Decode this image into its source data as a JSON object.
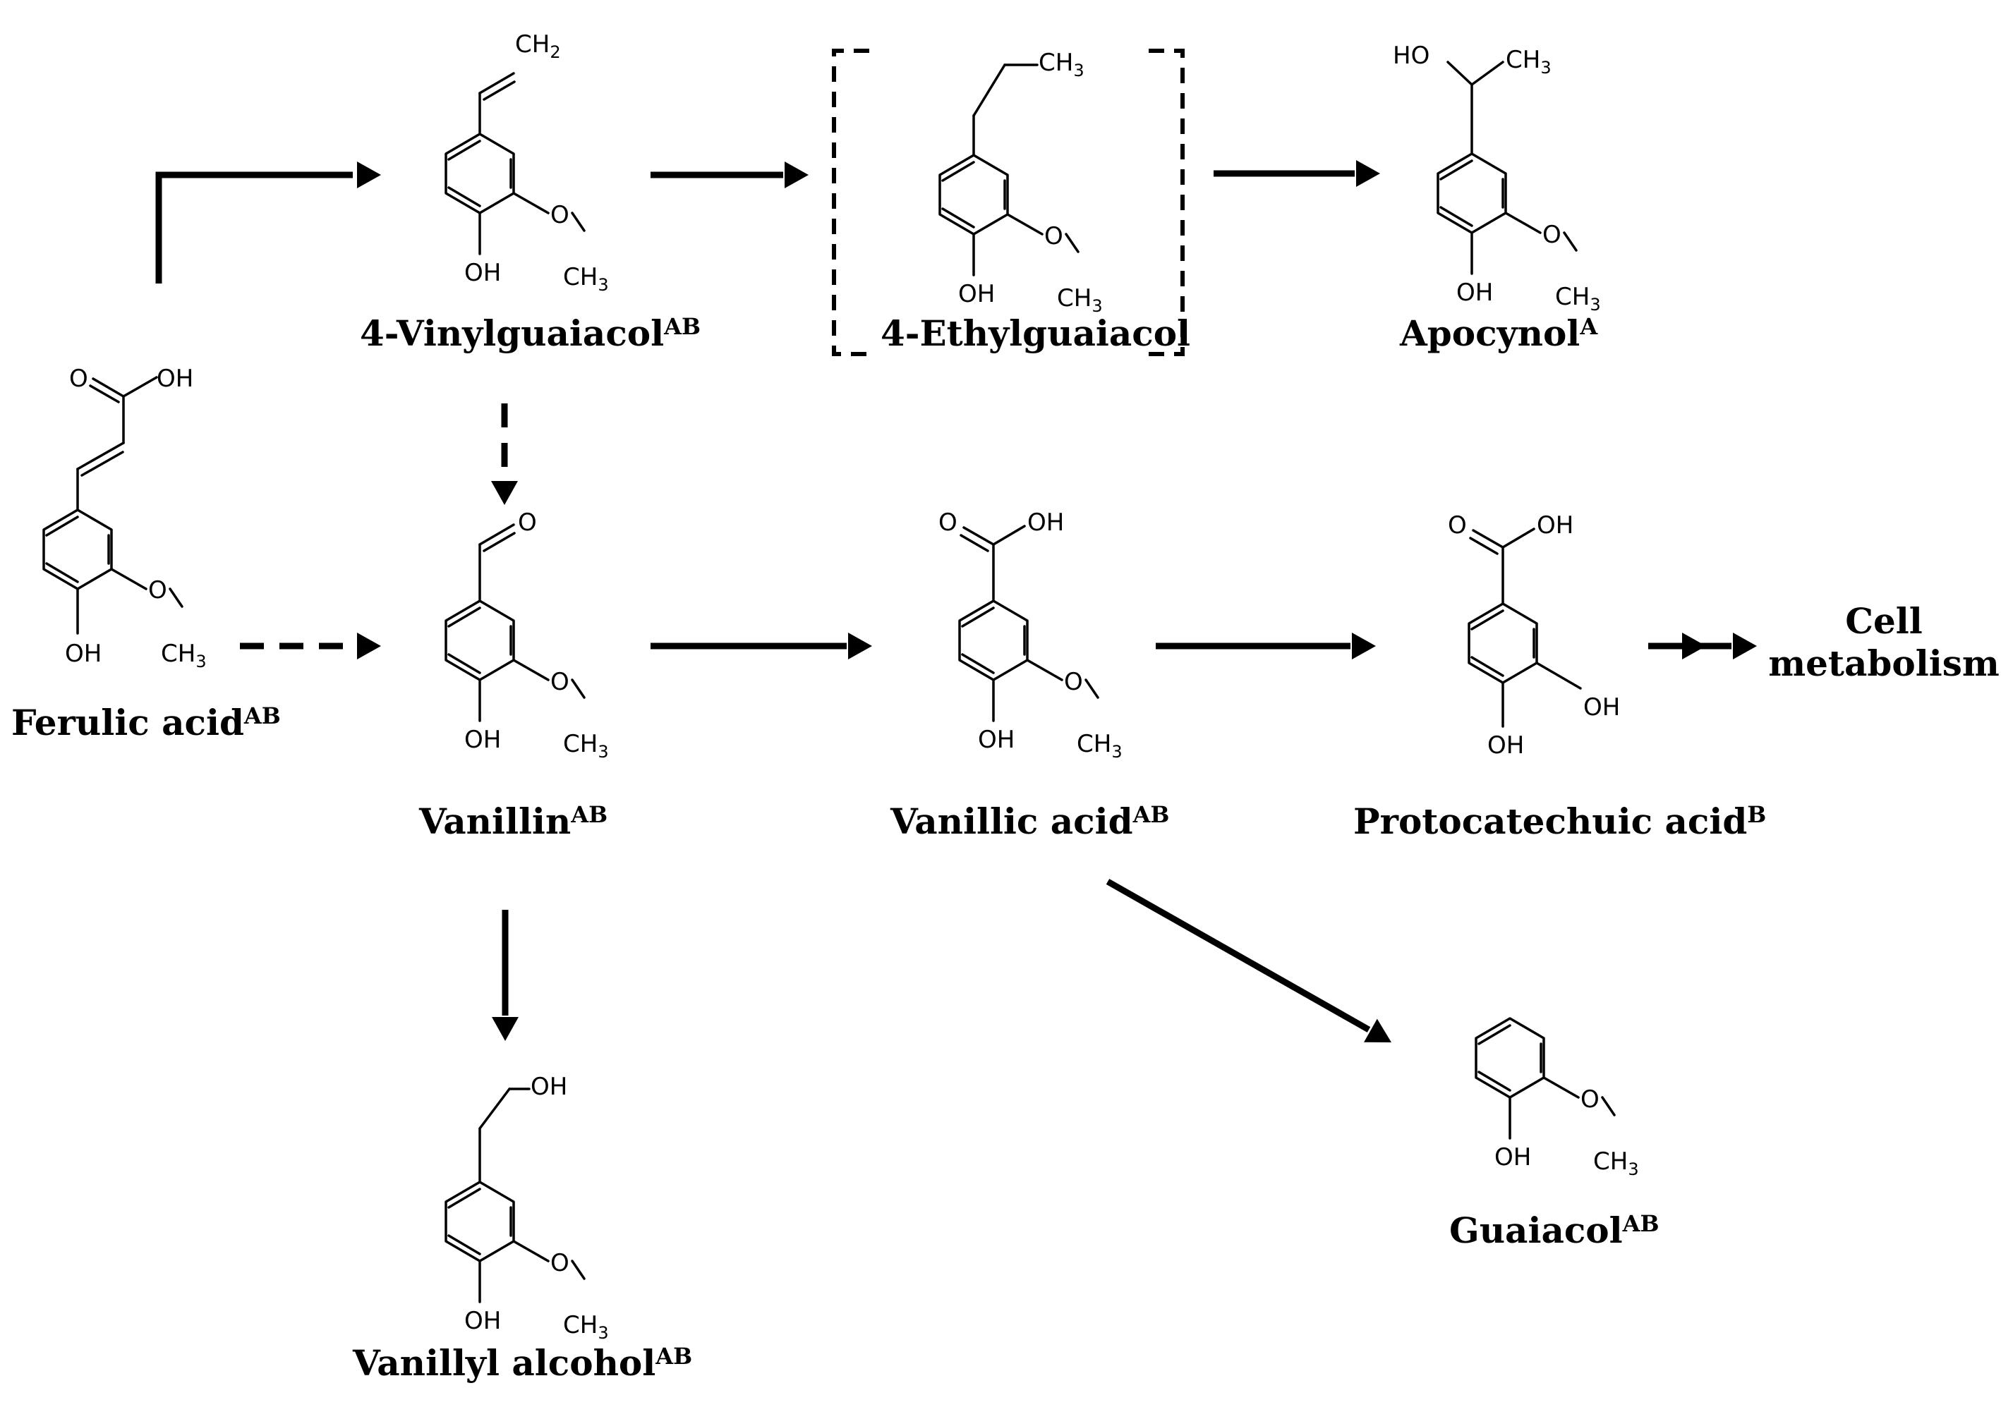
{
  "compounds": {
    "ferulic_acid": {
      "name": "Ferulic acid",
      "sup": "AB"
    },
    "vinylguaiacol": {
      "name": "4-Vinylguaiacol",
      "sup": "AB"
    },
    "ethylguaiacol": {
      "name": "4-Ethylguaiacol",
      "sup": ""
    },
    "apocynol": {
      "name": "Apocynol",
      "sup": "A"
    },
    "vanillin": {
      "name": "Vanillin",
      "sup": "AB"
    },
    "vanillic_acid": {
      "name": "Vanillic acid",
      "sup": "AB"
    },
    "protocatechuic_acid": {
      "name": "Protocatechuic acid",
      "sup": "B"
    },
    "vanillyl_alcohol": {
      "name": "Vanillyl alcohol",
      "sup": "AB"
    },
    "guaiacol": {
      "name": "Guaiacol",
      "sup": "AB"
    }
  },
  "endpoint": {
    "line1": "Cell",
    "line2": "metabolism"
  },
  "atoms": {
    "oh": "OH",
    "o": "O",
    "c": "C",
    "h": "H",
    "ho": "HO",
    "ch": "CH",
    "three": "3",
    "two": "2"
  },
  "colors": {
    "ink": "#000000",
    "background": "#ffffff"
  }
}
